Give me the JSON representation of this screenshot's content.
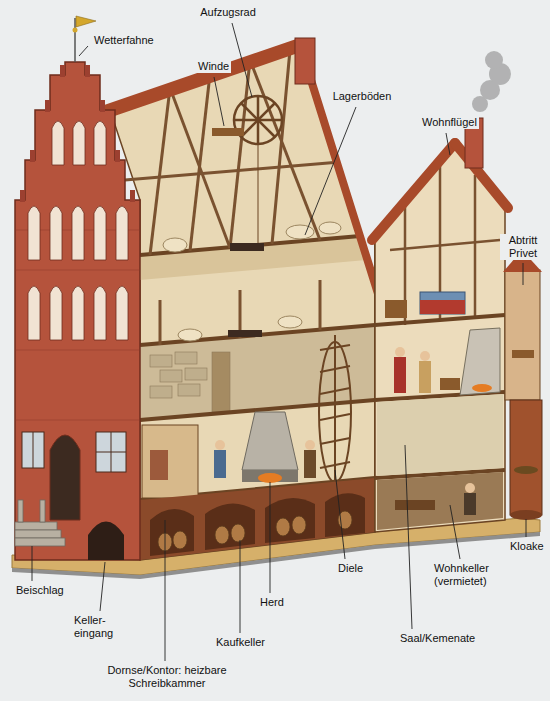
{
  "diagram": {
    "labels": [
      "Wetterfahne",
      "Aufzugsrad",
      "Winde",
      "Lagerböden",
      "Wohnflügel",
      "Abtritt Privet",
      "Beischlag",
      "Keller- eingang",
      "Dornse/Kontor: heizbare Schreibkammer",
      "Kaufkeller",
      "Herd",
      "Diele",
      "Wohnkeller (vermietet)",
      "Saal/Kemenate",
      "Kloake"
    ]
  }
}
